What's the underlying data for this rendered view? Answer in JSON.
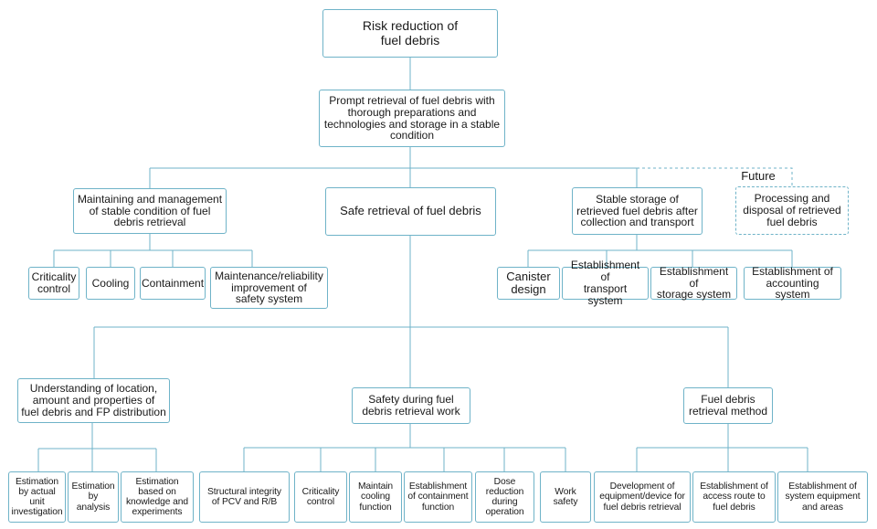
{
  "diagram": {
    "root": "Risk reduction of\nfuel debris",
    "prompt_retrieval": "Prompt retrieval of fuel debris with\nthorough preparations and\ntechnologies and storage in a stable\ncondition",
    "future_label": "Future",
    "level2": {
      "maintaining": "Maintaining and management\nof stable condition of fuel\ndebris retrieval",
      "safe_retrieval": "Safe retrieval of fuel debris",
      "stable_storage": "Stable storage of\nretrieved fuel debris after\ncollection and transport",
      "processing": "Processing and\ndisposal of retrieved\nfuel debris"
    },
    "maintaining_children": [
      "Criticality\ncontrol",
      "Cooling",
      "Containment",
      "Maintenance/reliability\nimprovement of\nsafety system"
    ],
    "storage_children": [
      "Canister\ndesign",
      "Establishment of\ntransport system",
      "Establishment of\nstorage system",
      "Establishment of\naccounting system"
    ],
    "level3": {
      "understanding": "Understanding of location,\namount and properties of\nfuel debris and FP distribution",
      "safety_during": "Safety during fuel\ndebris retrieval work",
      "method": "Fuel debris\nretrieval method"
    },
    "understanding_children": [
      "Estimation\nby actual\nunit\ninvestigation",
      "Estimation\nby analysis",
      "Estimation\nbased on\nknowledge and\nexperiments"
    ],
    "safety_children": [
      "Structural  integrity\nof PCV and R/B",
      "Criticality\ncontrol",
      "Maintain\ncooling\nfunction",
      "Establishment\nof containment\nfunction",
      "Dose\nreduction\nduring\noperation",
      "Work\nsafety"
    ],
    "method_children": [
      "Development  of\nequipment/device  for\nfuel debris retrieval",
      "Establishment  of\naccess  route  to\nfuel debris",
      "Establishment  of\nsystem equipment\nand areas"
    ]
  },
  "colors": {
    "border": "#6fb3c8",
    "connector": "#6fb3c8"
  }
}
